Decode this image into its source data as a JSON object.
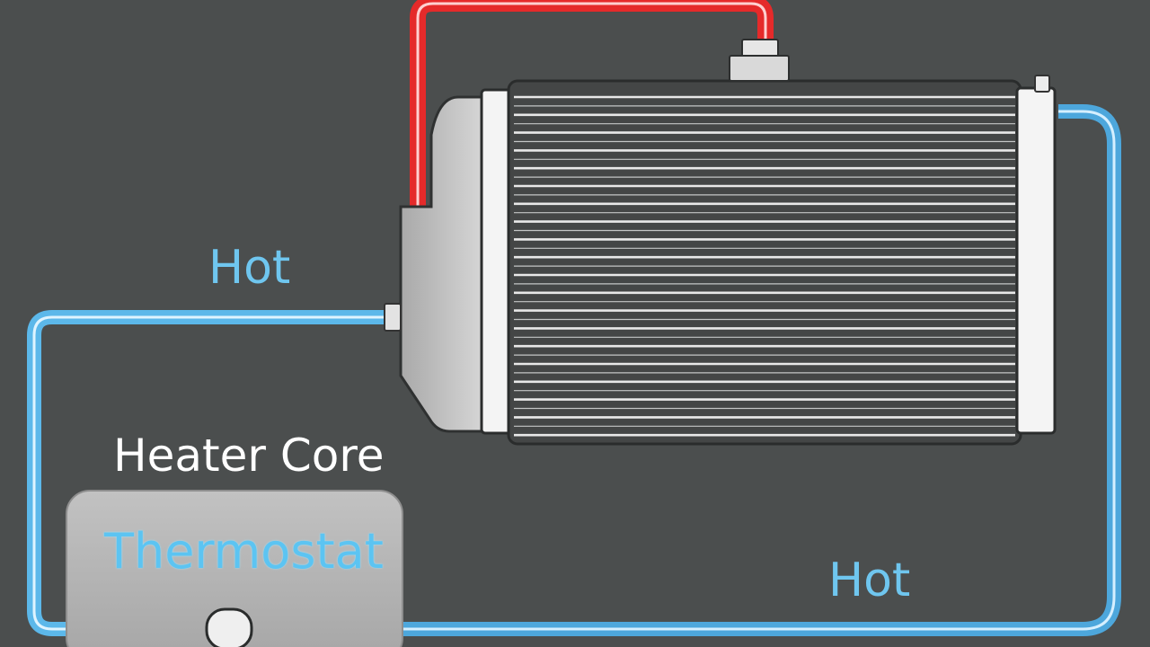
{
  "labels": {
    "hot_left": "Hot",
    "hot_right": "Hot",
    "heater_core": "Heater Core",
    "thermostat": "Thermostat"
  },
  "colors": {
    "background": "#4b4e4e",
    "hot_hose": "#e52a2a",
    "cool_hose": "#5cb8ea",
    "hose_highlight": "#dff4ff",
    "radiator_body": "#444646",
    "radiator_fin": "#e8e8e8",
    "tank": "#c9c9c9",
    "thermostat_box": "#b8b8b8",
    "label_blue": "#6fc6ef",
    "label_white": "#ffffff"
  },
  "icons": {
    "radiator": "radiator-icon",
    "thermostat": "thermostat-box",
    "hot_hose": "red-hose",
    "return_hose": "blue-hose"
  }
}
